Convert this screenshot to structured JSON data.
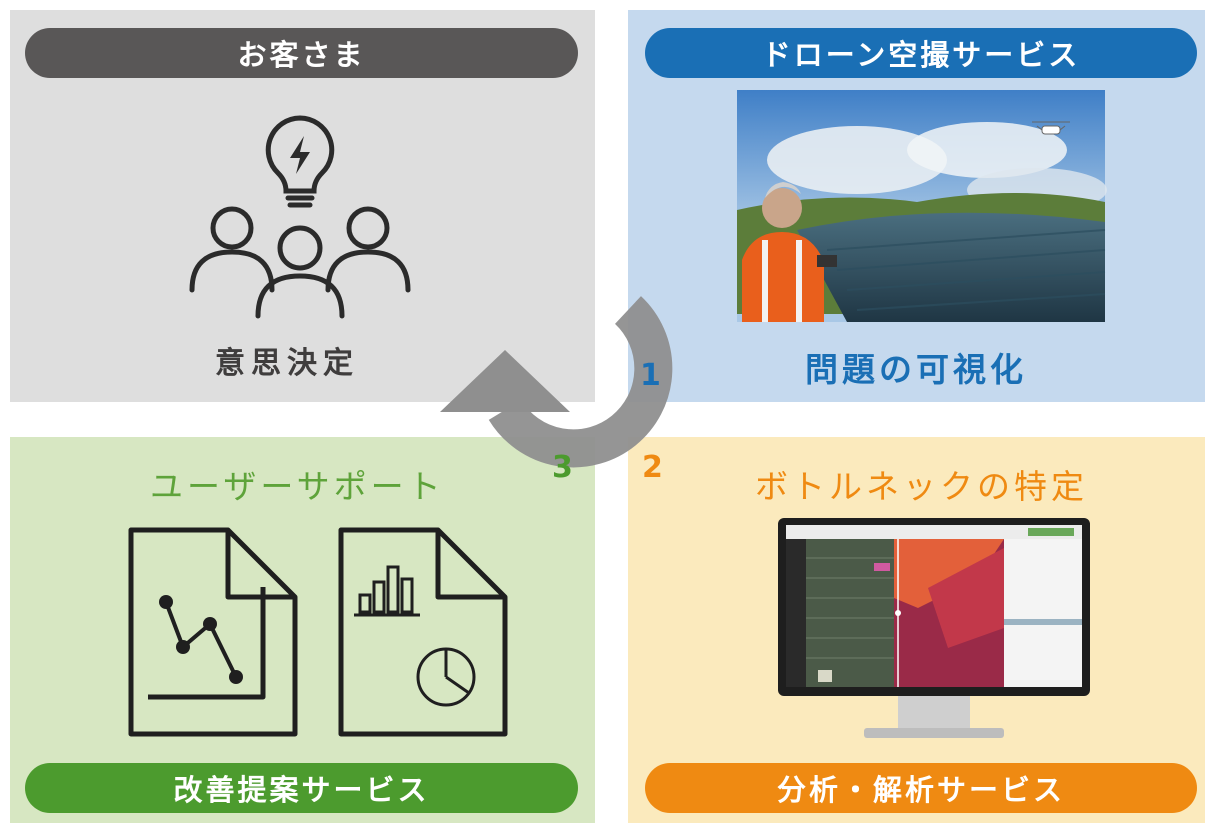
{
  "quadrants": {
    "customer": {
      "title": "お客さま",
      "caption": "意思決定",
      "step": ""
    },
    "drone": {
      "title": "ドローン空撮サービス",
      "caption": "問題の可視化",
      "step": "1"
    },
    "analysis": {
      "title": "分析・解析サービス",
      "caption": "ボトルネックの特定",
      "step": "2"
    },
    "support": {
      "title": "改善提案サービス",
      "caption": "ユーザーサポート",
      "step": "3"
    }
  },
  "icons": {
    "customer": "lightbulb-people-icon",
    "support_left": "line-chart-document-icon",
    "support_right": "bar-pie-chart-document-icon",
    "cycle": "cycle-arrow-icon"
  },
  "colors": {
    "customer_bg": "#dedede",
    "drone_bg": "#c5d9ee",
    "support_bg": "#d7e7c2",
    "analysis_bg": "#fbeabd",
    "customer_pill": "#595757",
    "drone_blue": "#1a6fb5",
    "support_green": "#4c9b2e",
    "analysis_orange": "#ef8a12",
    "arrow_gray": "#8f8f8f"
  }
}
